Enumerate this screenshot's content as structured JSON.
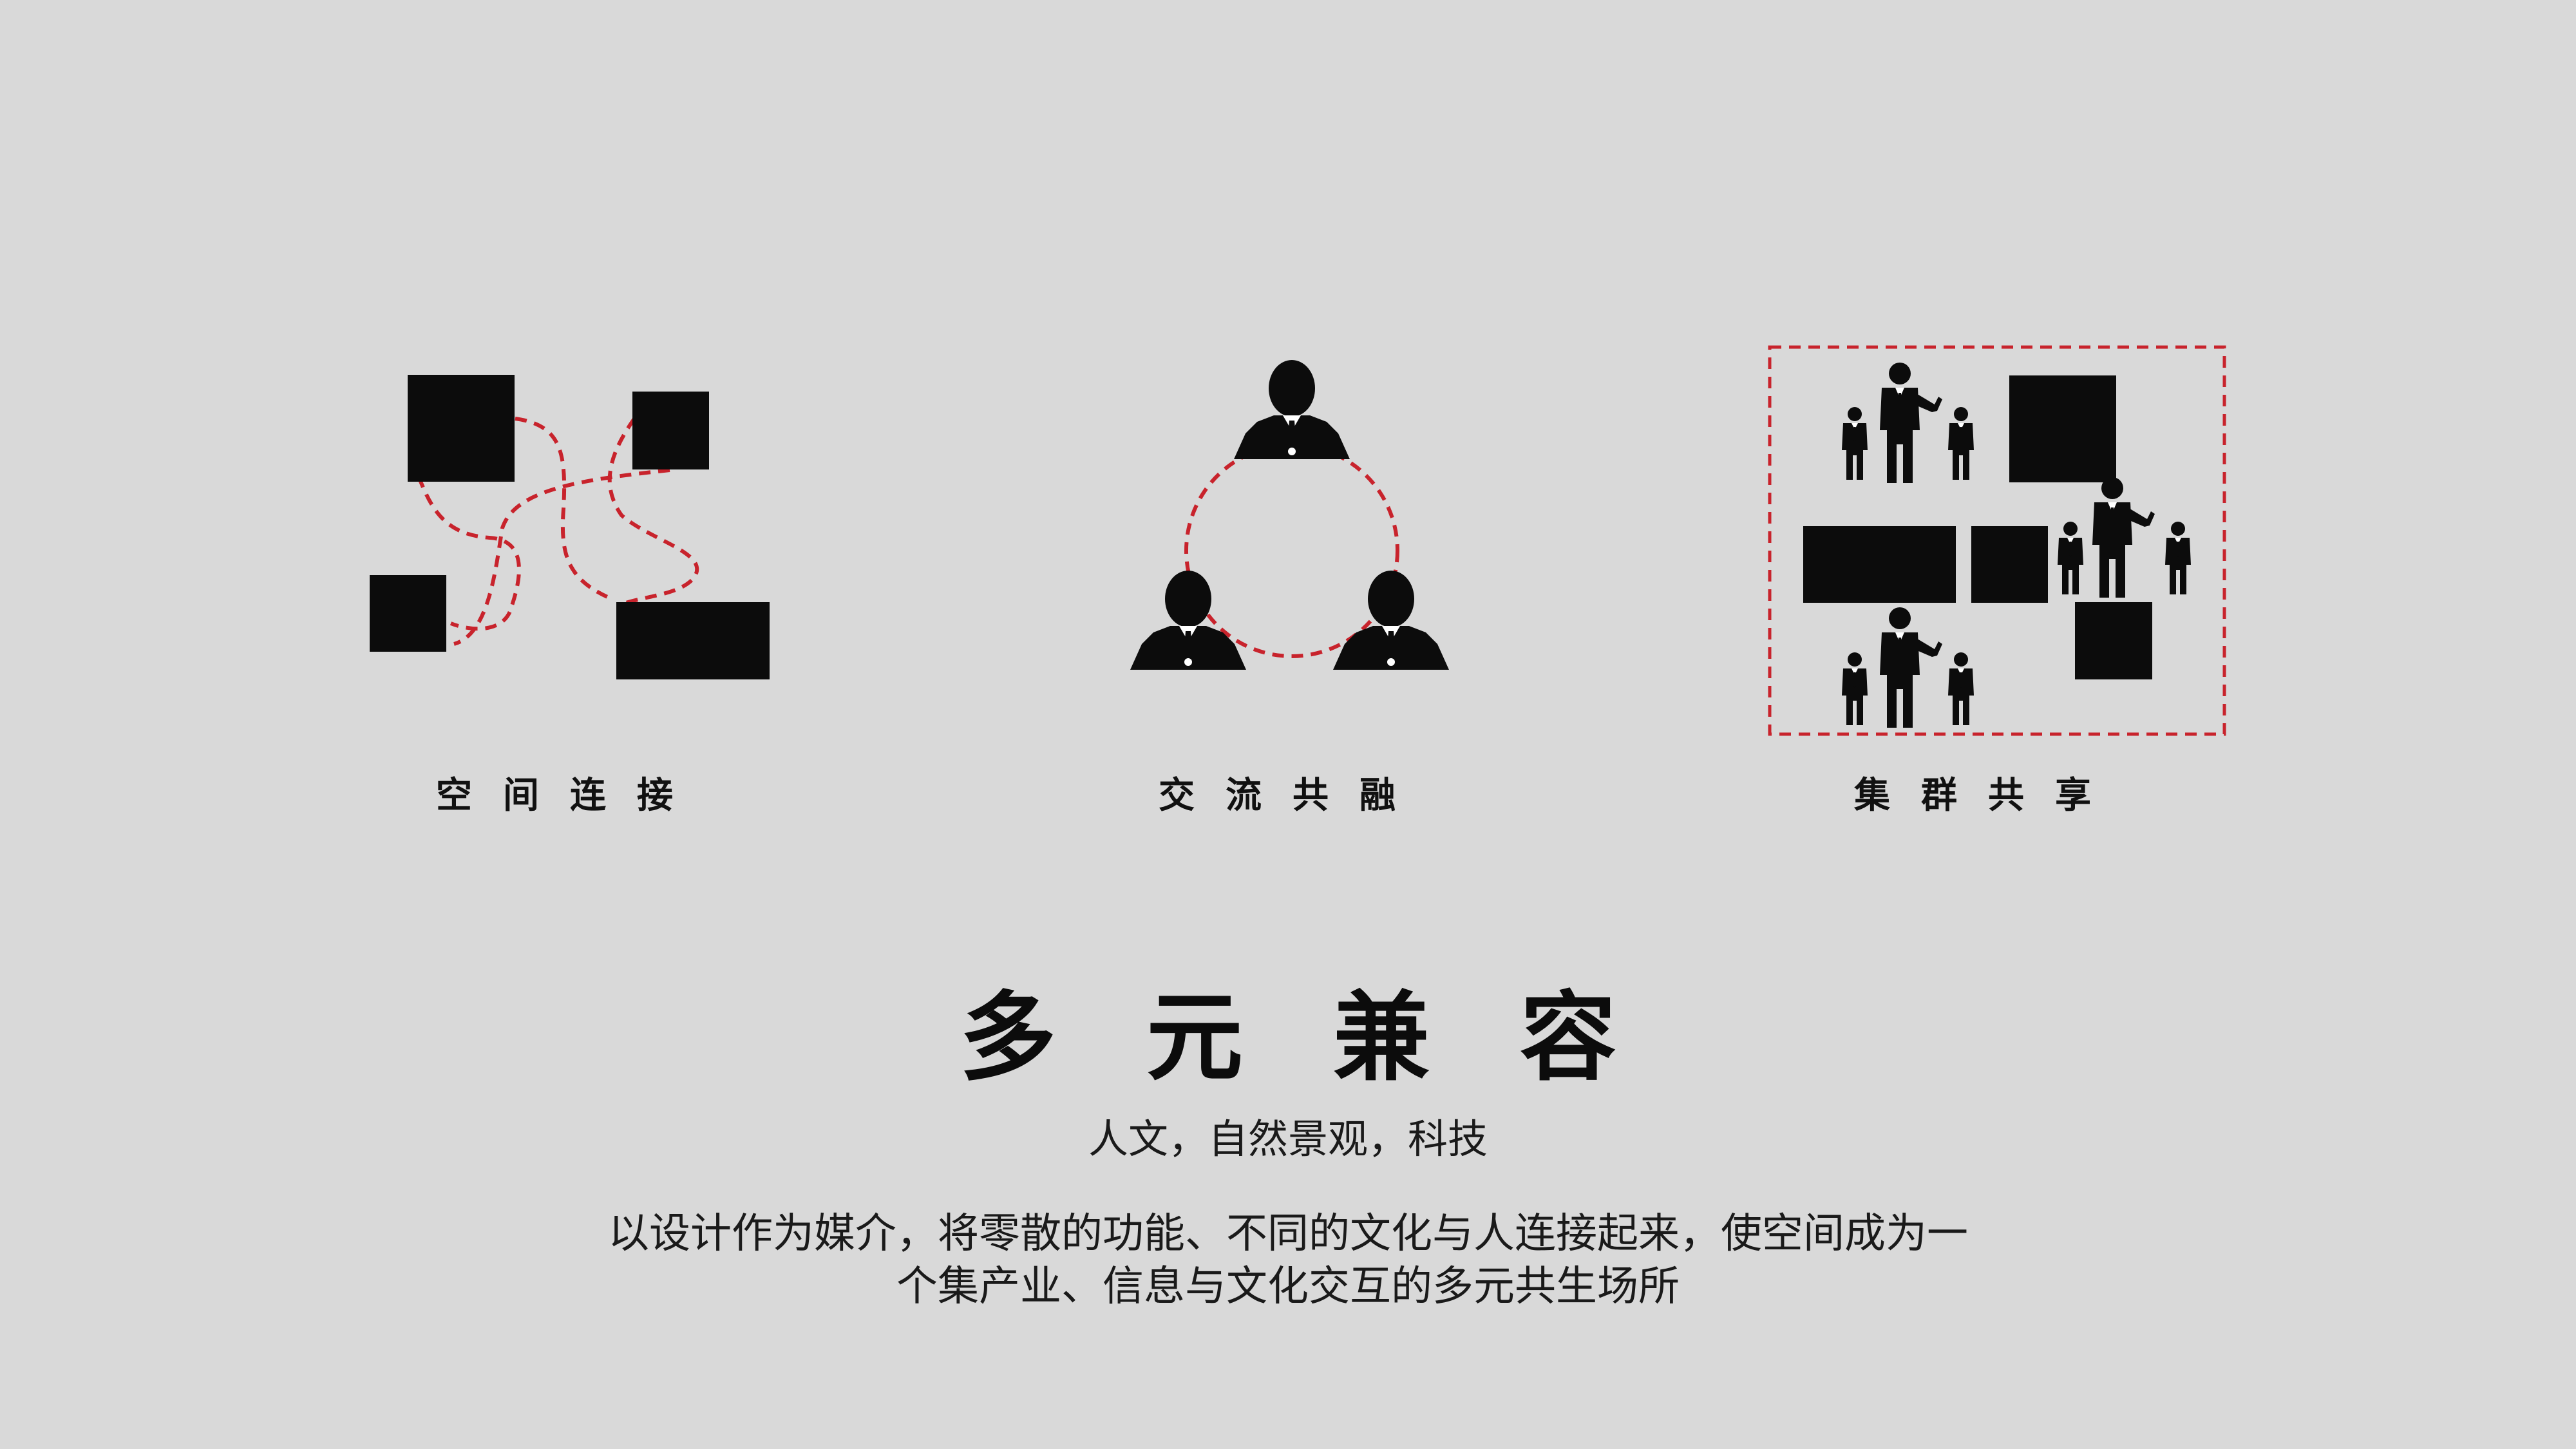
{
  "colors": {
    "background": "#d9d9d9",
    "ink": "#0c0c0c",
    "dash_red": "#c8232c"
  },
  "panels": [
    {
      "label": "空间连接",
      "icon": "connected-blocks-icon"
    },
    {
      "label": "交流共融",
      "icon": "three-people-circle-icon"
    },
    {
      "label": "集群共享",
      "icon": "people-cluster-icon"
    }
  ],
  "title": "多元兼容",
  "subtitle": "人文，自然景观，科技",
  "description": {
    "line1": "以设计作为媒介，将零散的功能、不同的文化与人连接起来，使空间成为一",
    "line2": "个集产业、信息与文化交互的多元共生场所"
  }
}
